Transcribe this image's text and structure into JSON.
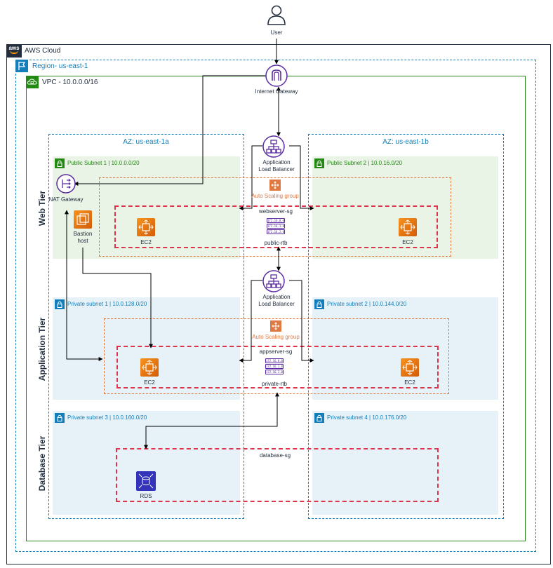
{
  "user": {
    "label": "User"
  },
  "cloud": {
    "label": "AWS Cloud",
    "logo": "aws"
  },
  "region": {
    "label": "Region- us-east-1"
  },
  "vpc": {
    "label": "VPC - 10.0.0.0/16"
  },
  "internet_gateway": {
    "label": "Internet Gateway"
  },
  "azs": [
    {
      "label": "AZ: us-east-1a"
    },
    {
      "label": "AZ: us-east-1b"
    }
  ],
  "tiers": [
    {
      "label": "Web Tier"
    },
    {
      "label": "Application Tier"
    },
    {
      "label": "Database Tier"
    }
  ],
  "subnets": {
    "public1": "Public Subnet 1 | 10.0.0.0/20",
    "public2": "Public Subnet 2 | 10.0.16.0/20",
    "private1": "Private subnet 1 | 10.0.128.0/20",
    "private2": "Private subnet 2 | 10.0.144.0/20",
    "private3": "Private subnet 3 | 10.0.160.0/20",
    "private4": "Private subnet 4 | 10.0.176.0/20"
  },
  "web": {
    "alb": [
      "Application",
      "Load Balancer"
    ],
    "asg": "Auto Scaling group",
    "sg": "webserver-sg",
    "rtb": "public-rtb",
    "rtb_entries": [
      "172.16.0.0",
      "172.16.1.0",
      "172.16.2.0"
    ],
    "ec2_left": "EC2",
    "ec2_right": "EC2",
    "nat": "NAT Gateway",
    "bastion": [
      "Bastion",
      "host"
    ]
  },
  "app": {
    "alb": [
      "Application",
      "Load Balancer"
    ],
    "asg": "Auto Scaling group",
    "sg": "appserver-sg",
    "rtb": "private-rtb",
    "rtb_entries": [
      "172.16.0.0",
      "172.16.1.0",
      "172.16.2.0"
    ],
    "ec2_left": "EC2",
    "ec2_right": "EC2"
  },
  "db": {
    "sg": "database-sg",
    "rds": "RDS"
  },
  "colors": {
    "aws_dark": "#232f3e",
    "region_blue": "#147eba",
    "vpc_green": "#248814",
    "public_fill": "#e9f3e6",
    "private_fill": "#e6f2f8",
    "asg_orange": "#e07941",
    "sg_red": "#dd344c",
    "ec2_orange": "#ed7100",
    "purple": "#5a2ca0",
    "rds_blue": "#3334b9"
  }
}
